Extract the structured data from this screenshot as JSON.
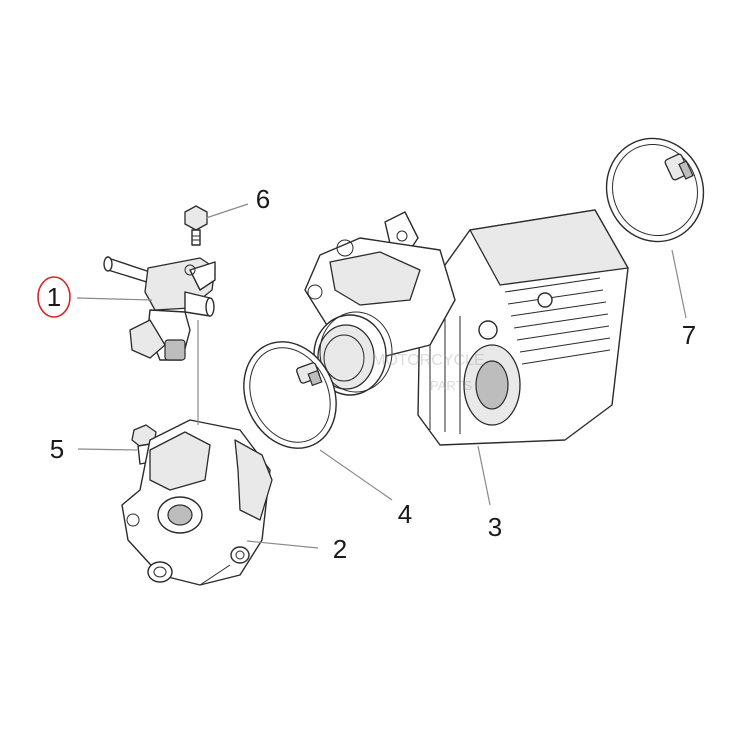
{
  "callouts": {
    "c1": "1",
    "c2": "2",
    "c3": "3",
    "c4": "4",
    "c5": "5",
    "c6": "6",
    "c7": "7"
  },
  "watermark": {
    "line1": "MOTORCYCLE",
    "line2": "PARTS"
  },
  "colors": {
    "highlight": "#d9262a",
    "line": "#2b2b2b",
    "leader": "#8a8a8a"
  }
}
